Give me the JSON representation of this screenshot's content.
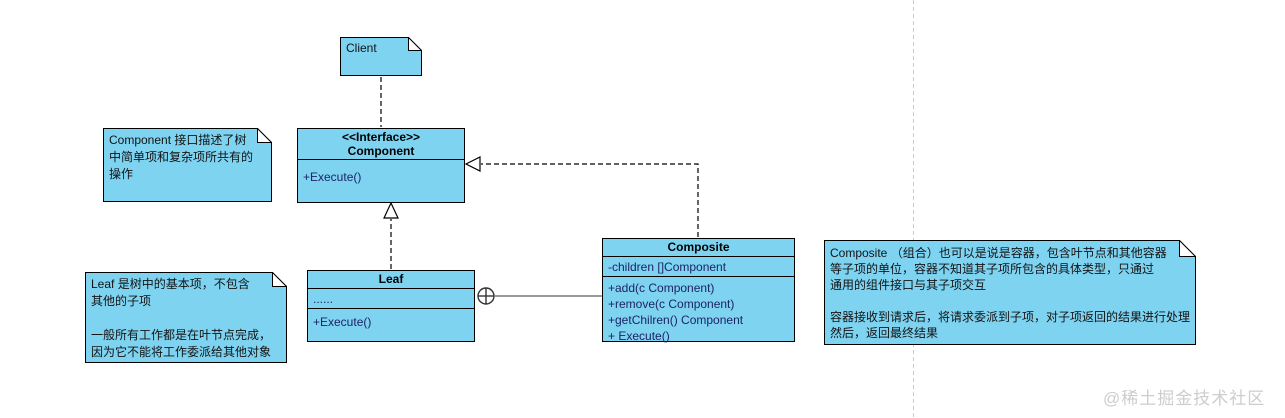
{
  "classes": {
    "component": {
      "stereotype": "<<Interface>>",
      "name": "Component",
      "operations": [
        "+Execute()"
      ]
    },
    "leaf": {
      "name": "Leaf",
      "attributes": [
        "......"
      ],
      "operations": [
        "+Execute()"
      ]
    },
    "composite": {
      "name": "Composite",
      "attributes": [
        "-children []Component"
      ],
      "operations": [
        "+add(c Component)",
        "+remove(c Component)",
        "+getChilren() Component",
        "+ Execute()"
      ]
    }
  },
  "notes": {
    "client": {
      "text": "Client"
    },
    "component": {
      "lines": [
        "Component 接口描述了树",
        "中简单项和复杂项所共有的",
        "操作"
      ]
    },
    "leaf": {
      "lines": [
        "Leaf 是树中的基本项，不包含",
        "其他的子项",
        "",
        "一般所有工作都是在叶节点完成，",
        "因为它不能将工作委派给其他对象"
      ]
    },
    "composite": {
      "lines": [
        "Composite （组合）也可以是说是容器，包含叶节点和其他容器",
        "等子项的单位，容器不知道其子项所包含的具体类型，只通过",
        "通用的组件接口与其子项交互",
        "",
        "容器接收到请求后，将请求委派到子项，对子项返回的结果进行处理",
        "然后，返回最终结果"
      ]
    }
  },
  "watermark": "@稀土掘金技术社区",
  "colors": {
    "shape_fill": "#7ED3F1",
    "shape_border": "#000000",
    "member_text": "#1C2466",
    "association_line": "#7a7a7a",
    "page_break_line": "#cccccc",
    "watermark_text": "#cdcdcd"
  }
}
